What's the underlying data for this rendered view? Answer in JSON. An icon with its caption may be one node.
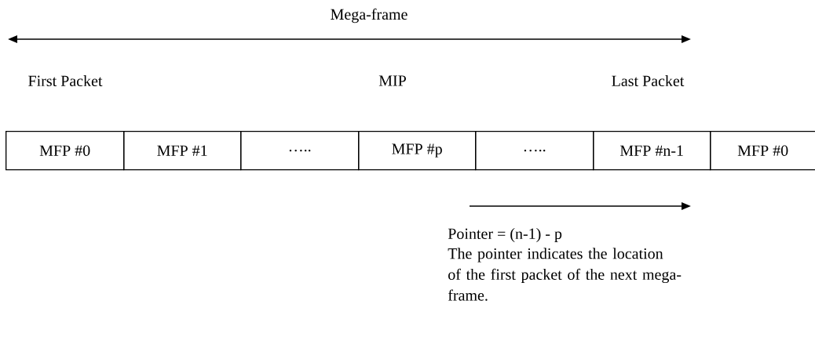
{
  "diagram": {
    "nodes": [
      {
        "text": [
          "MFP #0"
        ]
      },
      {
        "text": [
          "MFP #1"
        ]
      },
      {
        "text": [
          "….."
        ]
      },
      {
        "text": [
          "MFP #p"
        ]
      },
      {
        "text": [
          "….."
        ]
      },
      {
        "text": [
          "MFP #n-1"
        ]
      },
      {
        "text": [
          "MFP #0"
        ]
      }
    ],
    "labels": [
      "Mega-frame",
      "First Packet",
      "MIP",
      "Last Packet",
      "Pointer = (n-1) - p",
      "The pointer indicates the location of the first packet of the next mega-frame."
    ]
  }
}
